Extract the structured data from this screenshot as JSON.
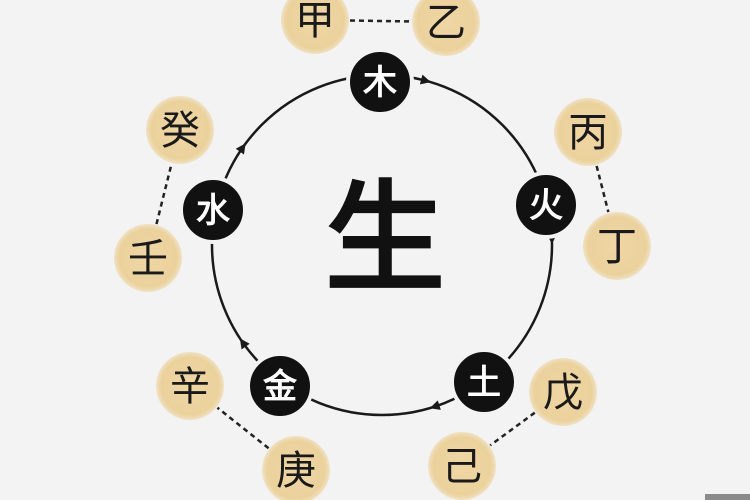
{
  "center_label": "生",
  "elements": [
    {
      "name": "wood",
      "label": "木"
    },
    {
      "name": "fire",
      "label": "火"
    },
    {
      "name": "earth",
      "label": "土"
    },
    {
      "name": "metal",
      "label": "金"
    },
    {
      "name": "water",
      "label": "水"
    }
  ],
  "stems": [
    {
      "label": "甲"
    },
    {
      "label": "乙"
    },
    {
      "label": "丙"
    },
    {
      "label": "丁"
    },
    {
      "label": "戊"
    },
    {
      "label": "己"
    },
    {
      "label": "庚"
    },
    {
      "label": "辛"
    },
    {
      "label": "壬"
    },
    {
      "label": "癸"
    }
  ],
  "colors": {
    "background": "#f3f3f3",
    "stem_fill": "#ecd3a0",
    "element_fill": "#111111",
    "line": "#1a1a1a"
  }
}
